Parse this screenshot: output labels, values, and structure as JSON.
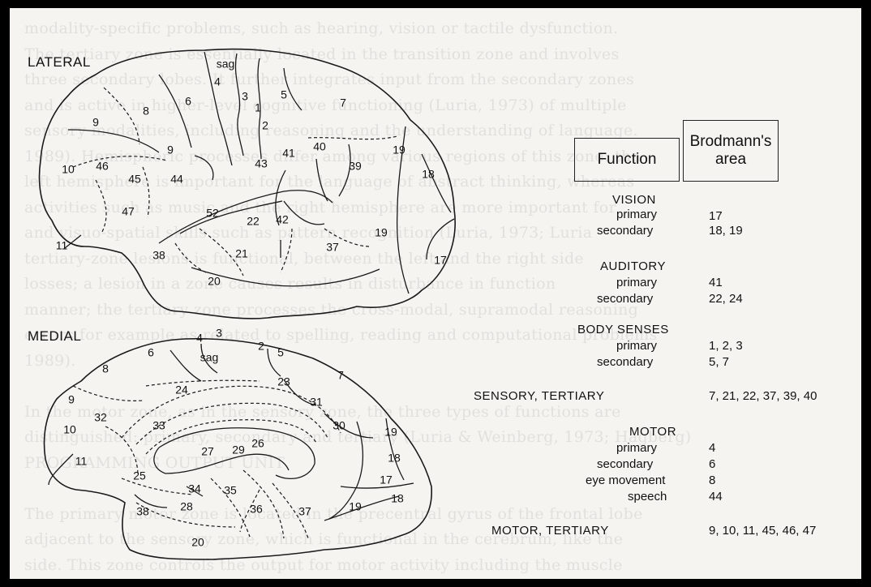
{
  "labels": {
    "lateral": "LATERAL",
    "medial": "MEDIAL"
  },
  "areas_lateral": [
    "sag",
    "4",
    "6",
    "3",
    "1",
    "5",
    "2",
    "7",
    "8",
    "9",
    "9",
    "40",
    "41",
    "43",
    "39",
    "19",
    "18",
    "10",
    "46",
    "45",
    "44",
    "47",
    "52",
    "22",
    "42",
    "19",
    "17",
    "11",
    "38",
    "21",
    "37",
    "20"
  ],
  "areas_medial": [
    "3",
    "4",
    "2",
    "6",
    "5",
    "sag",
    "8",
    "7",
    "23",
    "24",
    "31",
    "9",
    "32",
    "33",
    "30",
    "19",
    "10",
    "27",
    "29",
    "26",
    "18",
    "11",
    "25",
    "17",
    "34",
    "35",
    "28",
    "38",
    "36",
    "37",
    "19",
    "18",
    "20"
  ],
  "legend": {
    "header_function": "Function",
    "header_area_line1": "Brodmann's",
    "header_area_line2": "area",
    "vision": "VISION",
    "vision_primary": "primary",
    "vision_primary_area": "17",
    "vision_secondary": "secondary",
    "vision_secondary_area": "18, 19",
    "auditory": "AUDITORY",
    "auditory_primary": "primary",
    "auditory_primary_area": "41",
    "auditory_secondary": "secondary",
    "auditory_secondary_area": "22, 24",
    "body": "BODY SENSES",
    "body_primary": "primary",
    "body_primary_area": "1, 2, 3",
    "body_secondary": "secondary",
    "body_secondary_area": "5, 7",
    "sensory_tertiary": "SENSORY, TERTIARY",
    "sensory_tertiary_area": "7, 21, 22, 37, 39, 40",
    "motor": "MOTOR",
    "motor_primary": "primary",
    "motor_primary_area": "4",
    "motor_secondary": "secondary",
    "motor_secondary_area": "6",
    "motor_eye": "eye movement",
    "motor_eye_area": "8",
    "motor_speech": "speech",
    "motor_speech_area": "44",
    "motor_tertiary": "MOTOR, TERTIARY",
    "motor_tertiary_area": "9, 10, 11, 45, 46, 47"
  },
  "ghost_text": [
    "modality-specific problems, such as hearing, vision or tactile dysfunction.",
    "The tertiary zone is essentially located in the transition zone and involves",
    "three secondary lobes. It further integrates input from the secondary zones",
    "and is active in higher-level cognitive functioning (Luria, 1973) of multiple",
    "sensory modalities, including reasoning and the understanding of language.",
    "1989). Hemispheric processes differ among various regions of this zone: the",
    "left hemisphere is important for the language of abstract thinking, whereas",
    "activities such as music and the right hemisphere are more important for",
    "and visuo-spatial skills such as pattern recognition (Luria, 1973; Luria",
    "tertiary-zone lesions is functional, between the left and the right side",
    "losses; a lesion in a zone causes results in disturbance in function",
    "manner; the tertiary zone processes the cross-modal, supramodal reasoning",
    "errors for example as related to spelling, reading and computational problems",
    "1989).",
    "",
    "In the motor zone, as in the sensory zone, the three types of functions are",
    "distinguished: primary, secondary and tertiary (Luria & Weinberg, 1973; Hagberg)",
    "PROGRAMMING OUTPUT UNIT",
    "",
    "The primary motor zone is located in the precentral gyrus of the frontal lobe",
    "adjacent to the sensory zone, which is functional in the cerebrum, like the",
    "side. This zone controls the output for motor activity including the muscle"
  ]
}
